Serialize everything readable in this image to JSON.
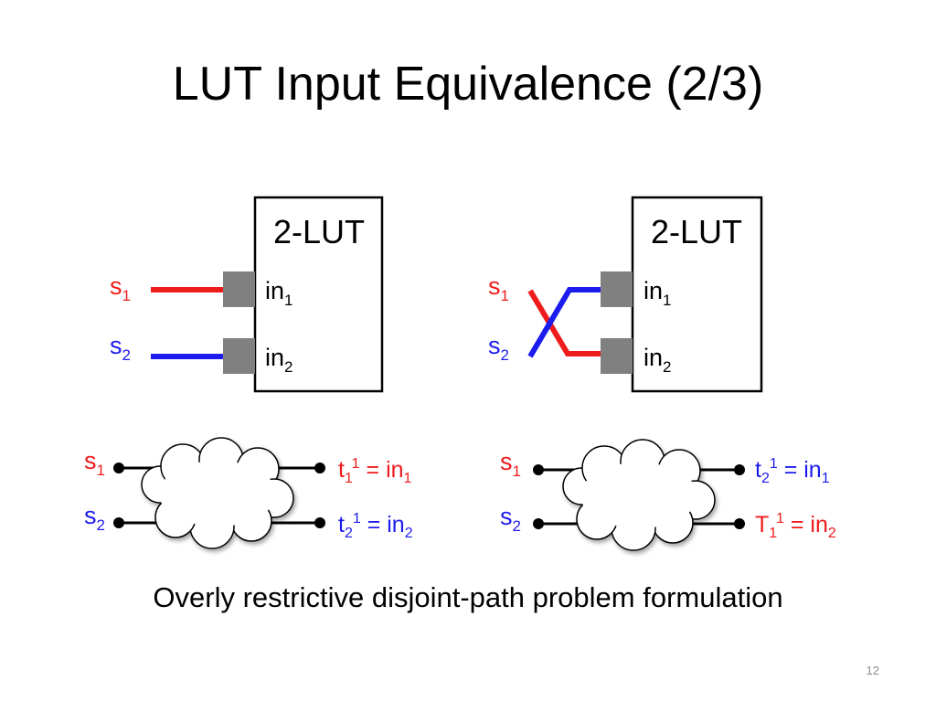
{
  "title": "LUT Input Equivalence (2/3)",
  "caption": "Overly restrictive disjoint-path problem formulation",
  "page_number": "12",
  "colors": {
    "red": "#ee1c1c",
    "blue": "#1c1cee",
    "port_gray": "#808080",
    "black": "#000000"
  },
  "left_lut": {
    "label": "2-LUT",
    "inputs": [
      {
        "port": "in",
        "port_sub": "1",
        "signal": "s",
        "signal_sub": "1",
        "wire_color": "red"
      },
      {
        "port": "in",
        "port_sub": "2",
        "signal": "s",
        "signal_sub": "2",
        "wire_color": "blue"
      }
    ]
  },
  "right_lut": {
    "label": "2-LUT",
    "inputs": [
      {
        "port": "in",
        "port_sub": "1",
        "signal": "s",
        "signal_sub": "1",
        "wire_color": "red"
      },
      {
        "port": "in",
        "port_sub": "2",
        "signal": "s",
        "signal_sub": "2",
        "wire_color": "blue"
      }
    ]
  },
  "left_network": {
    "sources": [
      {
        "name": "s",
        "sub": "1",
        "color": "red"
      },
      {
        "name": "s",
        "sub": "2",
        "color": "blue"
      }
    ],
    "sinks": [
      {
        "t": "t",
        "t_sub": "1",
        "t_sup": "1",
        "eq": " = in",
        "in_sub": "1",
        "color": "red"
      },
      {
        "t": "t",
        "t_sub": "2",
        "t_sup": "1",
        "eq": " = in",
        "in_sub": "2",
        "color": "blue"
      }
    ]
  },
  "right_network": {
    "sources": [
      {
        "name": "s",
        "sub": "1",
        "color": "red"
      },
      {
        "name": "s",
        "sub": "2",
        "color": "blue"
      }
    ],
    "sinks": [
      {
        "t": "t",
        "t_sub": "2",
        "t_sup": "1",
        "eq": " = in",
        "in_sub": "1",
        "color": "blue"
      },
      {
        "t": "T",
        "t_sub": "1",
        "t_sup": "1",
        "eq": " = in",
        "in_sub": "2",
        "color": "red"
      }
    ]
  }
}
